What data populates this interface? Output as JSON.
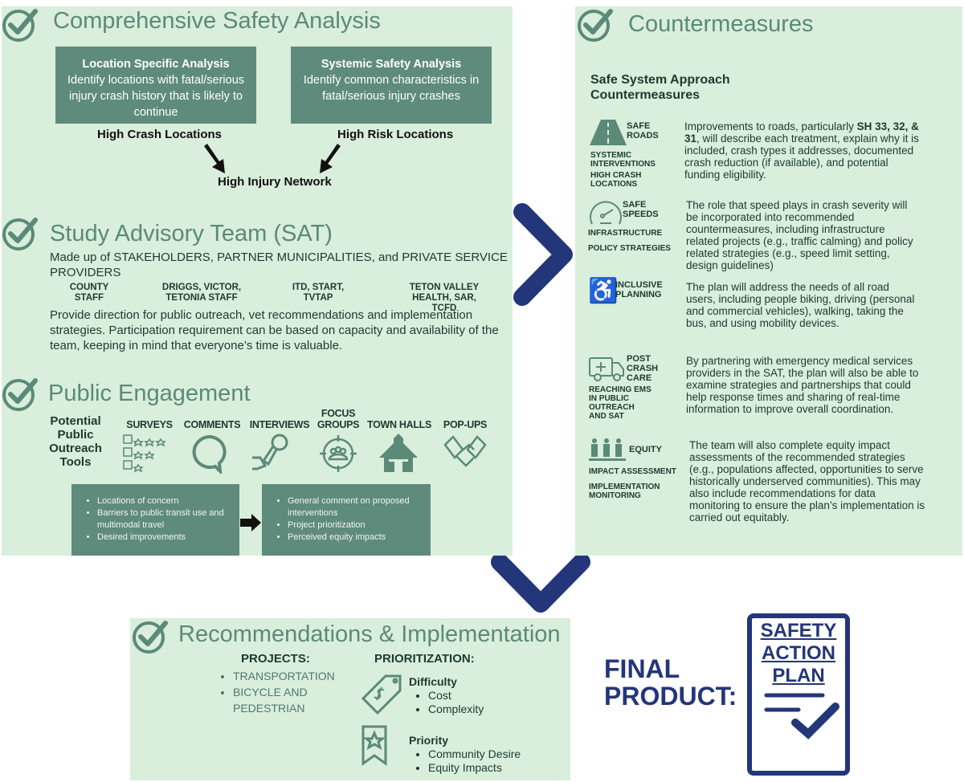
{
  "colors": {
    "panel": "#d9eedb",
    "box": "#5f8b7c",
    "title": "#5b8a78",
    "navy": "#24367a"
  },
  "safety": {
    "title": "Comprehensive Safety Analysis",
    "location": {
      "title": "Location Specific Analysis",
      "text": "Identify locations with fatal/serious injury crash history that is likely to continue"
    },
    "systemic": {
      "title": "Systemic Safety Analysis",
      "text": "Identify common characteristics in fatal/serious injury crashes"
    },
    "high_crash": "High Crash Locations",
    "high_risk": "High Risk Locations",
    "network": "High Injury Network"
  },
  "sat": {
    "title": "Study Advisory Team (SAT)",
    "intro": "Made up of STAKEHOLDERS, PARTNER MUNICIPALITIES, and PRIVATE SERVICE PROVIDERS",
    "groups": [
      "COUNTY STAFF",
      "DRIGGS, VICTOR, TETONIA STAFF",
      "ITD, START, TVTAP",
      "TETON VALLEY HEALTH, SAR, TCFD"
    ],
    "description": "Provide direction for public outreach, vet recommendations and implementation strategies. Participation requirement can be based on capacity and availability of the team, keeping in mind that everyone’s time is valuable."
  },
  "public": {
    "title": "Public Engagement",
    "tools_label": "Potential Public Outreach Tools",
    "tools": [
      "SURVEYS",
      "COMMENTS",
      "INTERVIEWS",
      "FOCUS GROUPS",
      "TOWN HALLS",
      "POP-UPS"
    ],
    "box1": [
      "Locations of concern",
      "Barriers to public transit use and multimodal travel",
      "Desired improvements"
    ],
    "box2": [
      "General comment on proposed interventions",
      "Project prioritization",
      "Perceived equity impacts"
    ]
  },
  "counter": {
    "title": "Countermeasures",
    "subtitle": "Safe System Approach Countermeasures",
    "items": [
      {
        "title": "SAFE ROADS",
        "subs": [
          "SYSTEMIC INTERVENTIONS",
          "HIGH CRASH LOCATIONS"
        ],
        "pre": "Improvements to roads, particularly ",
        "bold": "SH 33, 32, & 31",
        "text": ", will describe each treatment, explain why it is included, crash types it addresses,  documented crash reduction (if available), and potential funding eligibility."
      },
      {
        "title": "SAFE SPEEDS",
        "subs": [
          "INFRASTRUCTURE",
          "POLICY STRATEGIES"
        ],
        "text": "The role that speed plays in crash severity will be incorporated into recommended countermeasures, including infrastructure related projects (e.g., traffic calming) and policy related strategies (e.g., speed limit setting, design guidelines)"
      },
      {
        "title": "INCLUSIVE PLANNING",
        "subs": [],
        "text": "The plan will address the needs of all road users, including people biking, driving (personal and commercial vehicles), walking, taking the bus, and using mobility devices."
      },
      {
        "title": "POST CRASH CARE",
        "subs": [
          "REACHING EMS IN PUBLIC OUTREACH AND SAT"
        ],
        "text": "By partnering with emergency medical services providers in the SAT, the plan will also be able to examine strategies and partnerships that could help response times and sharing of real-time information to improve overall coordination."
      },
      {
        "title": "EQUITY",
        "subs": [
          "IMPACT ASSESSMENT",
          "IMPLEMENTATION MONITORING"
        ],
        "text": "The team will also complete equity impact assessments of the recommended strategies (e.g., populations affected, opportunities to serve historically underserved communities). This may also include recommendations for data monitoring to ensure the plan’s implementation is carried out equitably."
      }
    ]
  },
  "recs": {
    "title": "Recommendations & Implementation",
    "projects_label": "PROJECTS:",
    "projects": [
      "TRANSPORTATION",
      "BICYCLE AND PEDESTRIAN"
    ],
    "prio_label": "PRIORITIZATION:",
    "difficulty": {
      "title": "Difficulty",
      "items": [
        "Cost",
        "Complexity"
      ]
    },
    "priority": {
      "title": "Priority",
      "items": [
        "Community Desire",
        "Equity Impacts"
      ]
    }
  },
  "final": {
    "label1": "FINAL",
    "label2": "PRODUCT:",
    "doc": [
      "SAFETY",
      "ACTION",
      "PLAN"
    ]
  }
}
